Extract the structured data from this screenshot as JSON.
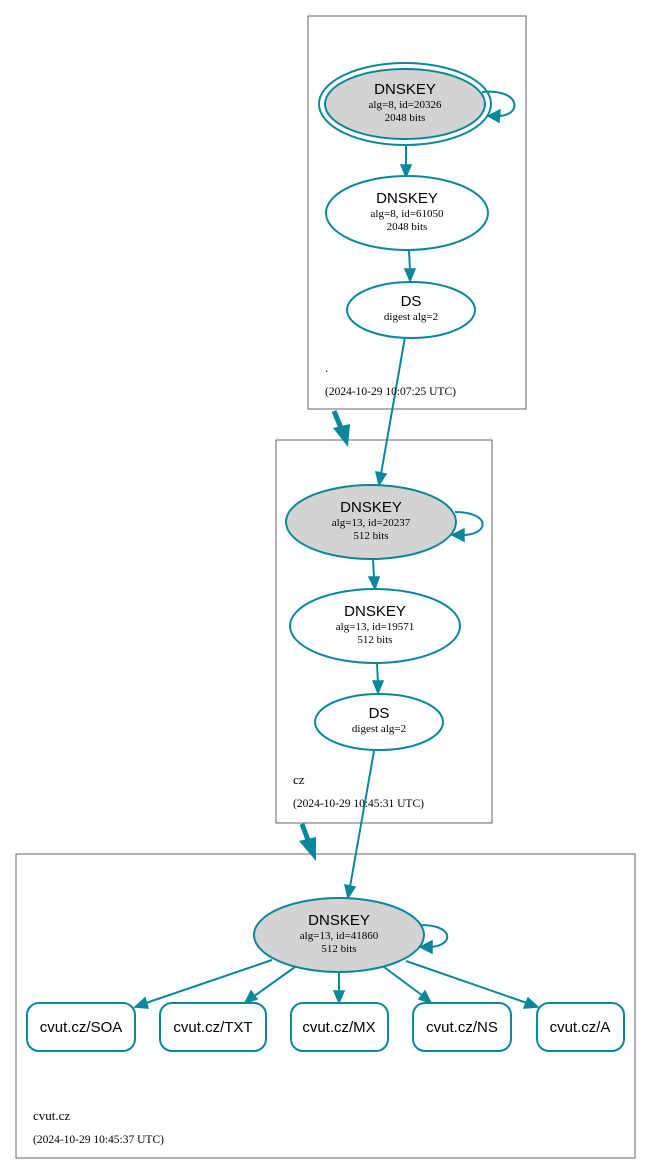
{
  "colors": {
    "edge": "#0a879a",
    "ksk_fill": "#d3d3d3",
    "zsk_fill": "#ffffff"
  },
  "zones": {
    "root": {
      "name": ".",
      "timestamp": "(2024-10-29 10:07:25 UTC)"
    },
    "cz": {
      "name": "cz",
      "timestamp": "(2024-10-29 10:45:31 UTC)"
    },
    "cvut": {
      "name": "cvut.cz",
      "timestamp": "(2024-10-29 10:45:37 UTC)"
    }
  },
  "nodes": {
    "root_ksk": {
      "title": "DNSKEY",
      "line1": "alg=8, id=20326",
      "line2": "2048 bits"
    },
    "root_zsk": {
      "title": "DNSKEY",
      "line1": "alg=8, id=61050",
      "line2": "2048 bits"
    },
    "root_ds": {
      "title": "DS",
      "line1": "digest alg=2"
    },
    "cz_ksk": {
      "title": "DNSKEY",
      "line1": "alg=13, id=20237",
      "line2": "512 bits"
    },
    "cz_zsk": {
      "title": "DNSKEY",
      "line1": "alg=13, id=19571",
      "line2": "512 bits"
    },
    "cz_ds": {
      "title": "DS",
      "line1": "digest alg=2"
    },
    "cvut_ksk": {
      "title": "DNSKEY",
      "line1": "alg=13, id=41860",
      "line2": "512 bits"
    }
  },
  "records": [
    "cvut.cz/SOA",
    "cvut.cz/TXT",
    "cvut.cz/MX",
    "cvut.cz/NS",
    "cvut.cz/A"
  ]
}
